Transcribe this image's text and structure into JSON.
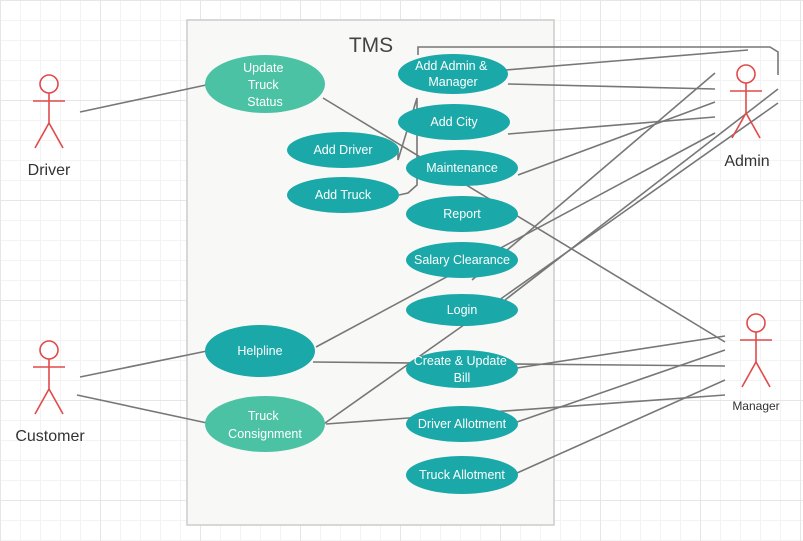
{
  "system": {
    "title": "TMS"
  },
  "colors": {
    "usecase_primary": "#1aa8a8",
    "usecase_light": "#4cc2a4",
    "actor_stroke": "#e04a4a",
    "line": "#777777",
    "boundary_fill": "#f8f8f6",
    "boundary_stroke": "#cccccc"
  },
  "actors": {
    "driver": {
      "label": "Driver"
    },
    "customer": {
      "label": "Customer"
    },
    "admin": {
      "label": "Admin"
    },
    "manager": {
      "label": "Manager"
    }
  },
  "usecases": {
    "update_truck_status": [
      "Update",
      "Truck",
      "Status"
    ],
    "add_admin_manager": [
      "Add Admin &",
      "Manager"
    ],
    "add_city": [
      "Add City"
    ],
    "add_driver": [
      "Add Driver"
    ],
    "maintenance": [
      "Maintenance"
    ],
    "add_truck": [
      "Add Truck"
    ],
    "report": [
      "Report"
    ],
    "salary_clearance": [
      "Salary Clearance"
    ],
    "login": [
      "Login"
    ],
    "helpline": [
      "Helpline"
    ],
    "create_update_bill": [
      "Create & Update",
      "Bill"
    ],
    "truck_consignment": [
      "Truck",
      "Consignment"
    ],
    "driver_allotment": [
      "Driver Allotment"
    ],
    "truck_allotment": [
      "Truck Allotment"
    ]
  }
}
